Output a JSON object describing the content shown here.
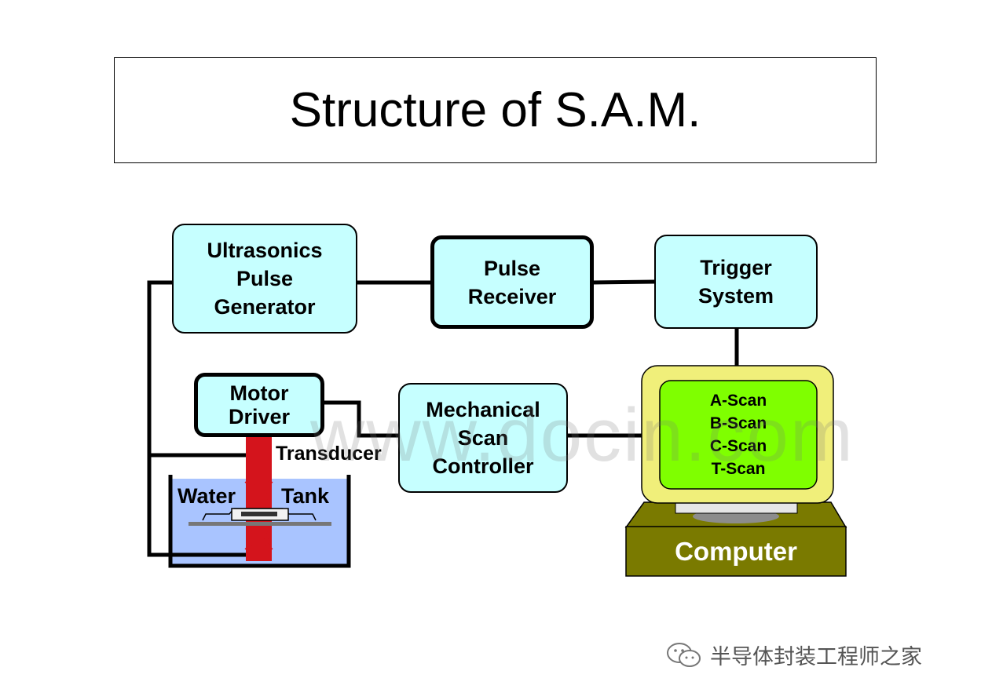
{
  "title": "Structure of S.A.M.",
  "boxes": {
    "ultrasonics_pulse_generator": [
      "Ultrasonics",
      "Pulse",
      "Generator"
    ],
    "pulse_receiver": [
      "Pulse",
      "Receiver"
    ],
    "trigger_system": [
      "Trigger",
      "System"
    ],
    "motor_driver": [
      "Motor",
      "Driver"
    ],
    "mechanical_scan_controller": [
      "Mechanical",
      "Scan",
      "Controller"
    ]
  },
  "labels": {
    "transducer": "Transducer",
    "water": "Water",
    "tank": "Tank",
    "computer": "Computer"
  },
  "screen_items": [
    "A-Scan",
    "B-Scan",
    "C-Scan",
    "T-Scan"
  ],
  "watermark": "www.docin.com",
  "footer": {
    "text": "半导体封装工程师之家",
    "icon": "wechat-icon"
  },
  "colors": {
    "box_fill": "#c6ffff",
    "monitor_bezel": "#f0ef7a",
    "screen": "#7fff00",
    "computer_base": "#7a7a00",
    "water": "#a9c4ff",
    "transducer": "#d4141c"
  }
}
